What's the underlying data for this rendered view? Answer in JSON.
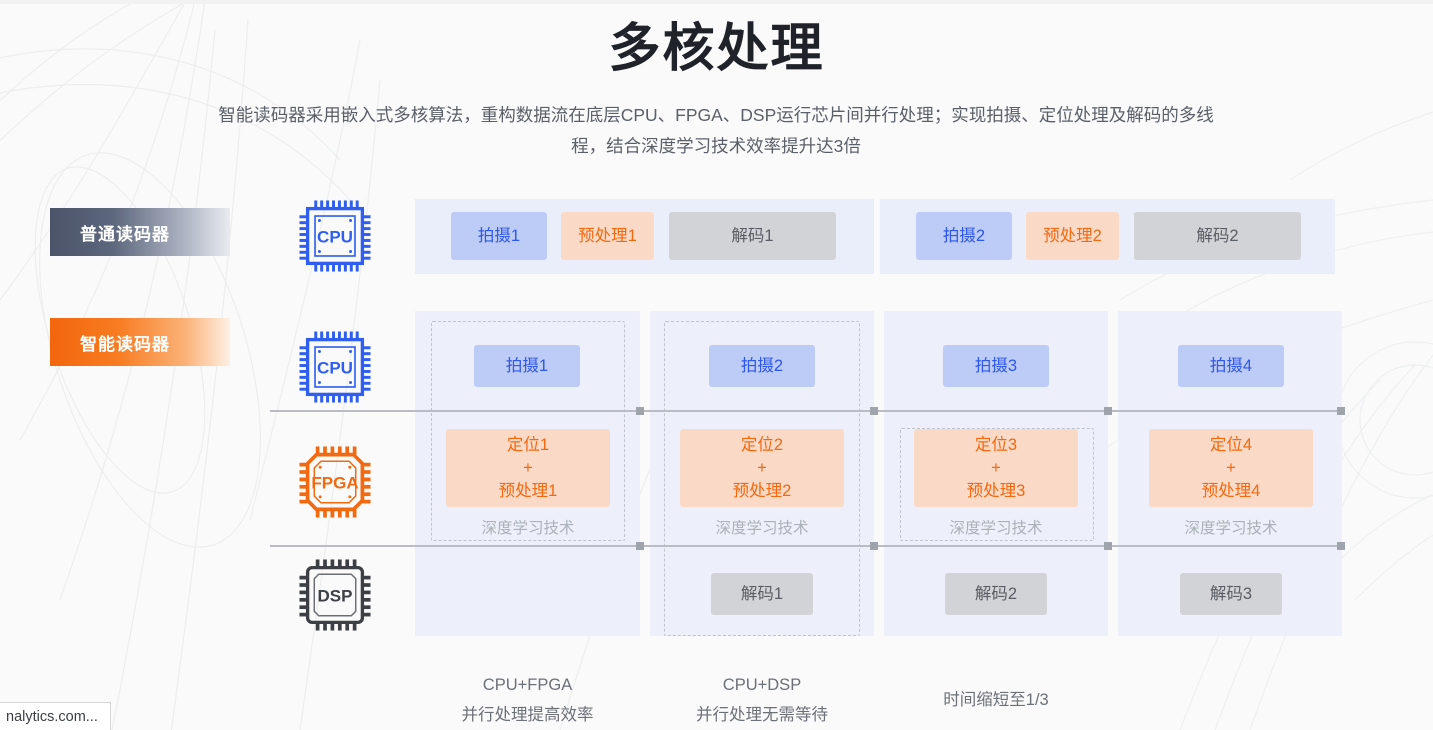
{
  "header": {
    "title": "多核处理",
    "subtitle": "智能读码器采用嵌入式多核算法，重构数据流在底层CPU、FPGA、DSP运行芯片间并行处理；实现拍摄、定位处理及解码的多线程，结合深度学习技术效率提升达3倍"
  },
  "colors": {
    "accent_blue": "#2f57e8",
    "accent_orange": "#f2690f",
    "panel_bg": "#eaeefb",
    "capture_block": "#bdcbf7",
    "prep_block": "#fad9c6",
    "decode_block": "#d2d3d6",
    "page_bg": "#fafafa"
  },
  "rows": {
    "normal_label": "普通读码器",
    "smart_label": "智能读码器"
  },
  "chips": {
    "cpu_top": "CPU",
    "cpu_bottom": "CPU",
    "fpga": "FPGA",
    "dsp": "DSP"
  },
  "normal_reader": {
    "groups": [
      {
        "blocks": [
          {
            "label": "拍摄1",
            "kind": "capture"
          },
          {
            "label": "预处理1",
            "kind": "prep"
          },
          {
            "label": "解码1",
            "kind": "decode"
          }
        ]
      },
      {
        "blocks": [
          {
            "label": "拍摄2",
            "kind": "capture"
          },
          {
            "label": "预处理2",
            "kind": "prep"
          },
          {
            "label": "解码2",
            "kind": "decode"
          }
        ]
      }
    ]
  },
  "smart_reader": {
    "deep_learning_caption": "深度学习技术",
    "columns": [
      {
        "cpu": "拍摄1",
        "fpga": "定位1\n+\n预处理1",
        "dsp": "",
        "caption": "CPU+FPGA\n并行处理提高效率"
      },
      {
        "cpu": "拍摄2",
        "fpga": "定位2\n+\n预处理2",
        "dsp": "解码1",
        "caption": "CPU+DSP\n并行处理无需等待"
      },
      {
        "cpu": "拍摄3",
        "fpga": "定位3\n+\n预处理3",
        "dsp": "解码2",
        "caption": "时间缩短至1/3"
      },
      {
        "cpu": "拍摄4",
        "fpga": "定位4\n+\n预处理4",
        "dsp": "解码3",
        "caption": ""
      }
    ]
  },
  "browser": {
    "status_text": "nalytics.com..."
  }
}
